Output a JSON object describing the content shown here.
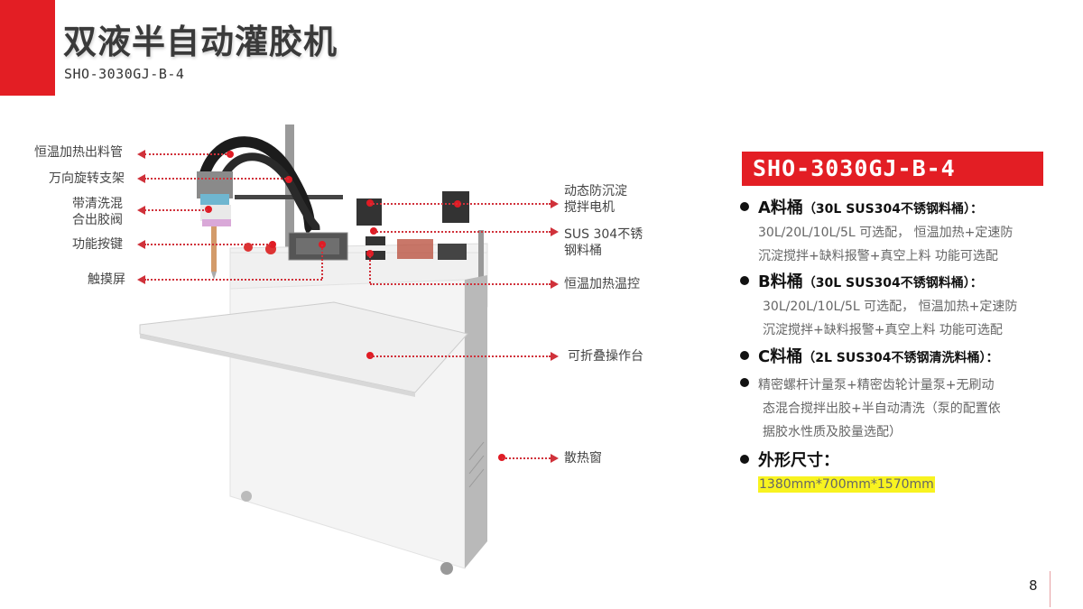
{
  "header": {
    "title": "双液半自动灌胶机",
    "model": "SHO-3030GJ-B-4",
    "accent_color": "#e31e24"
  },
  "diagram": {
    "left_labels": [
      {
        "text": "恒温加热出料管"
      },
      {
        "text": "万向旋转支架"
      },
      {
        "text": "带清洗混\n合出胶阀",
        "line1": "带清洗混",
        "line2": "合出胶阀"
      },
      {
        "text": "功能按键"
      },
      {
        "text": "触摸屏"
      }
    ],
    "right_labels": [
      {
        "line1": "动态防沉淀",
        "line2": "搅拌电机"
      },
      {
        "line1": "SUS 304不锈",
        "line2": "钢料桶"
      },
      {
        "text": "恒温加热温控"
      },
      {
        "text": "可折叠操作台"
      },
      {
        "text": "散热窗"
      }
    ]
  },
  "specs": {
    "banner": "SHO-3030GJ-B-4",
    "items": [
      {
        "title": "A料桶",
        "detail": "（30L SUS304不锈钢料桶）：",
        "lines": [
          "30L/20L/10L/5L 可选配， 恒温加热+定速防",
          "沉淀搅拌+缺料报警+真空上料 功能可选配"
        ]
      },
      {
        "title": "B料桶",
        "detail": "（30L SUS304不锈钢料桶）：",
        "lines": [
          "30L/20L/10L/5L 可选配， 恒温加热+定速防",
          "沉淀搅拌+缺料报警+真空上料 功能可选配"
        ]
      },
      {
        "title": "C料桶",
        "detail": "（2L SUS304不锈钢清洗料桶）：",
        "lines": [
          "精密螺杆计量泵+精密齿轮计量泵+无刷动",
          "态混合搅拌出胶+半自动清洗（泵的配置依",
          "据胶水性质及胶量选配）"
        ]
      },
      {
        "title": "外形尺寸：",
        "value": "1380mm*700mm*1570mm",
        "highlight_color": "#f8f320"
      }
    ]
  },
  "footer": {
    "page_number": "8"
  }
}
